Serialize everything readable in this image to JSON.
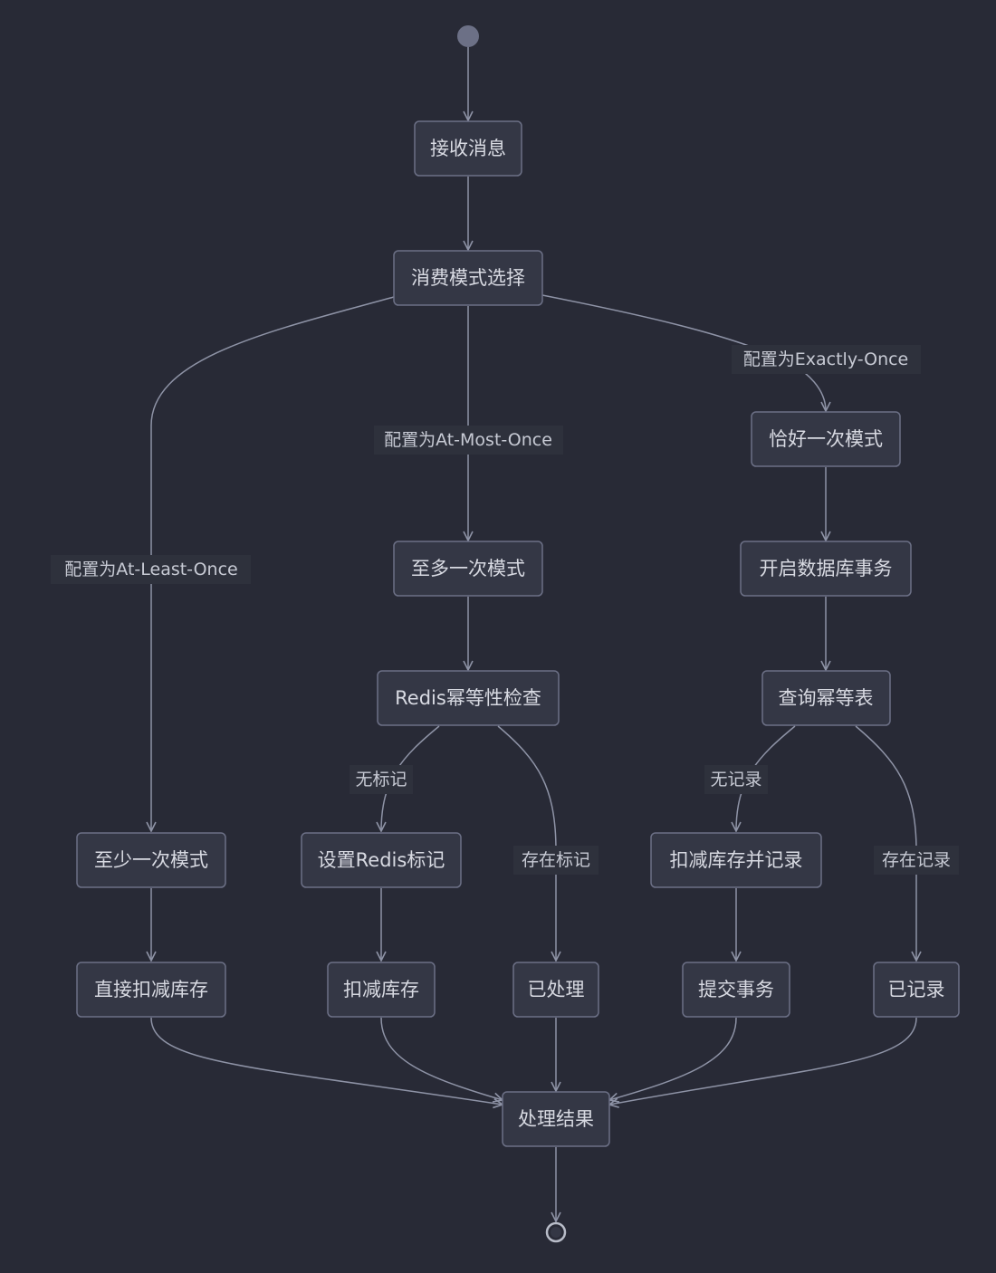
{
  "nodes": {
    "receive": "接收消息",
    "select": "消费模式选择",
    "exactly": "恰好一次模式",
    "atmost": "至多一次模式",
    "begin_tx": "开启数据库事务",
    "redis_check": "Redis幂等性检查",
    "query_table": "查询幂等表",
    "atleast": "至少一次模式",
    "set_redis": "设置Redis标记",
    "deduct_record": "扣减库存并记录",
    "direct_deduct": "直接扣减库存",
    "deduct": "扣减库存",
    "processed": "已处理",
    "commit": "提交事务",
    "recorded": "已记录",
    "result": "处理结果"
  },
  "edges": {
    "exactly_label": "配置为Exactly-Once",
    "atmost_label": "配置为At-Most-Once",
    "atleast_label": "配置为At-Least-Once",
    "no_mark": "无标记",
    "has_mark": "存在标记",
    "no_record": "无记录",
    "has_record": "存在记录"
  },
  "colors": {
    "background": "#282a36",
    "node_fill": "#343745",
    "node_border": "#6c7086",
    "edge": "#8e93a6",
    "text": "#d8dae2"
  }
}
